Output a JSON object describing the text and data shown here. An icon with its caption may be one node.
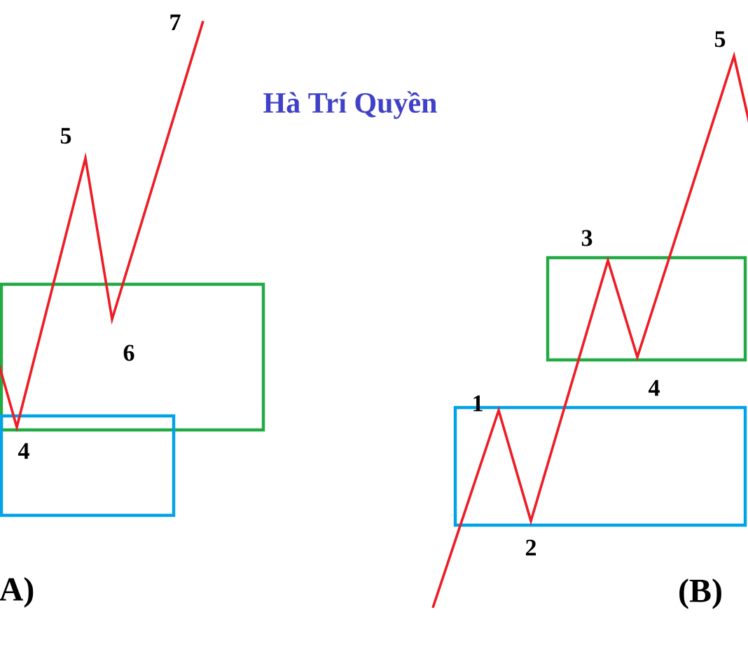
{
  "diagram": {
    "nodes": [
      {
        "text": [],
        "shape": "box"
      },
      {
        "text": [],
        "shape": "box"
      },
      {
        "text": [],
        "shape": "box"
      },
      {
        "text": [],
        "shape": "box"
      }
    ],
    "labels": [
      "7",
      "5",
      "Hà Trí Quyền",
      "5",
      "3",
      "6",
      "4",
      "1",
      "4",
      "2",
      "A)",
      "(B)"
    ]
  }
}
